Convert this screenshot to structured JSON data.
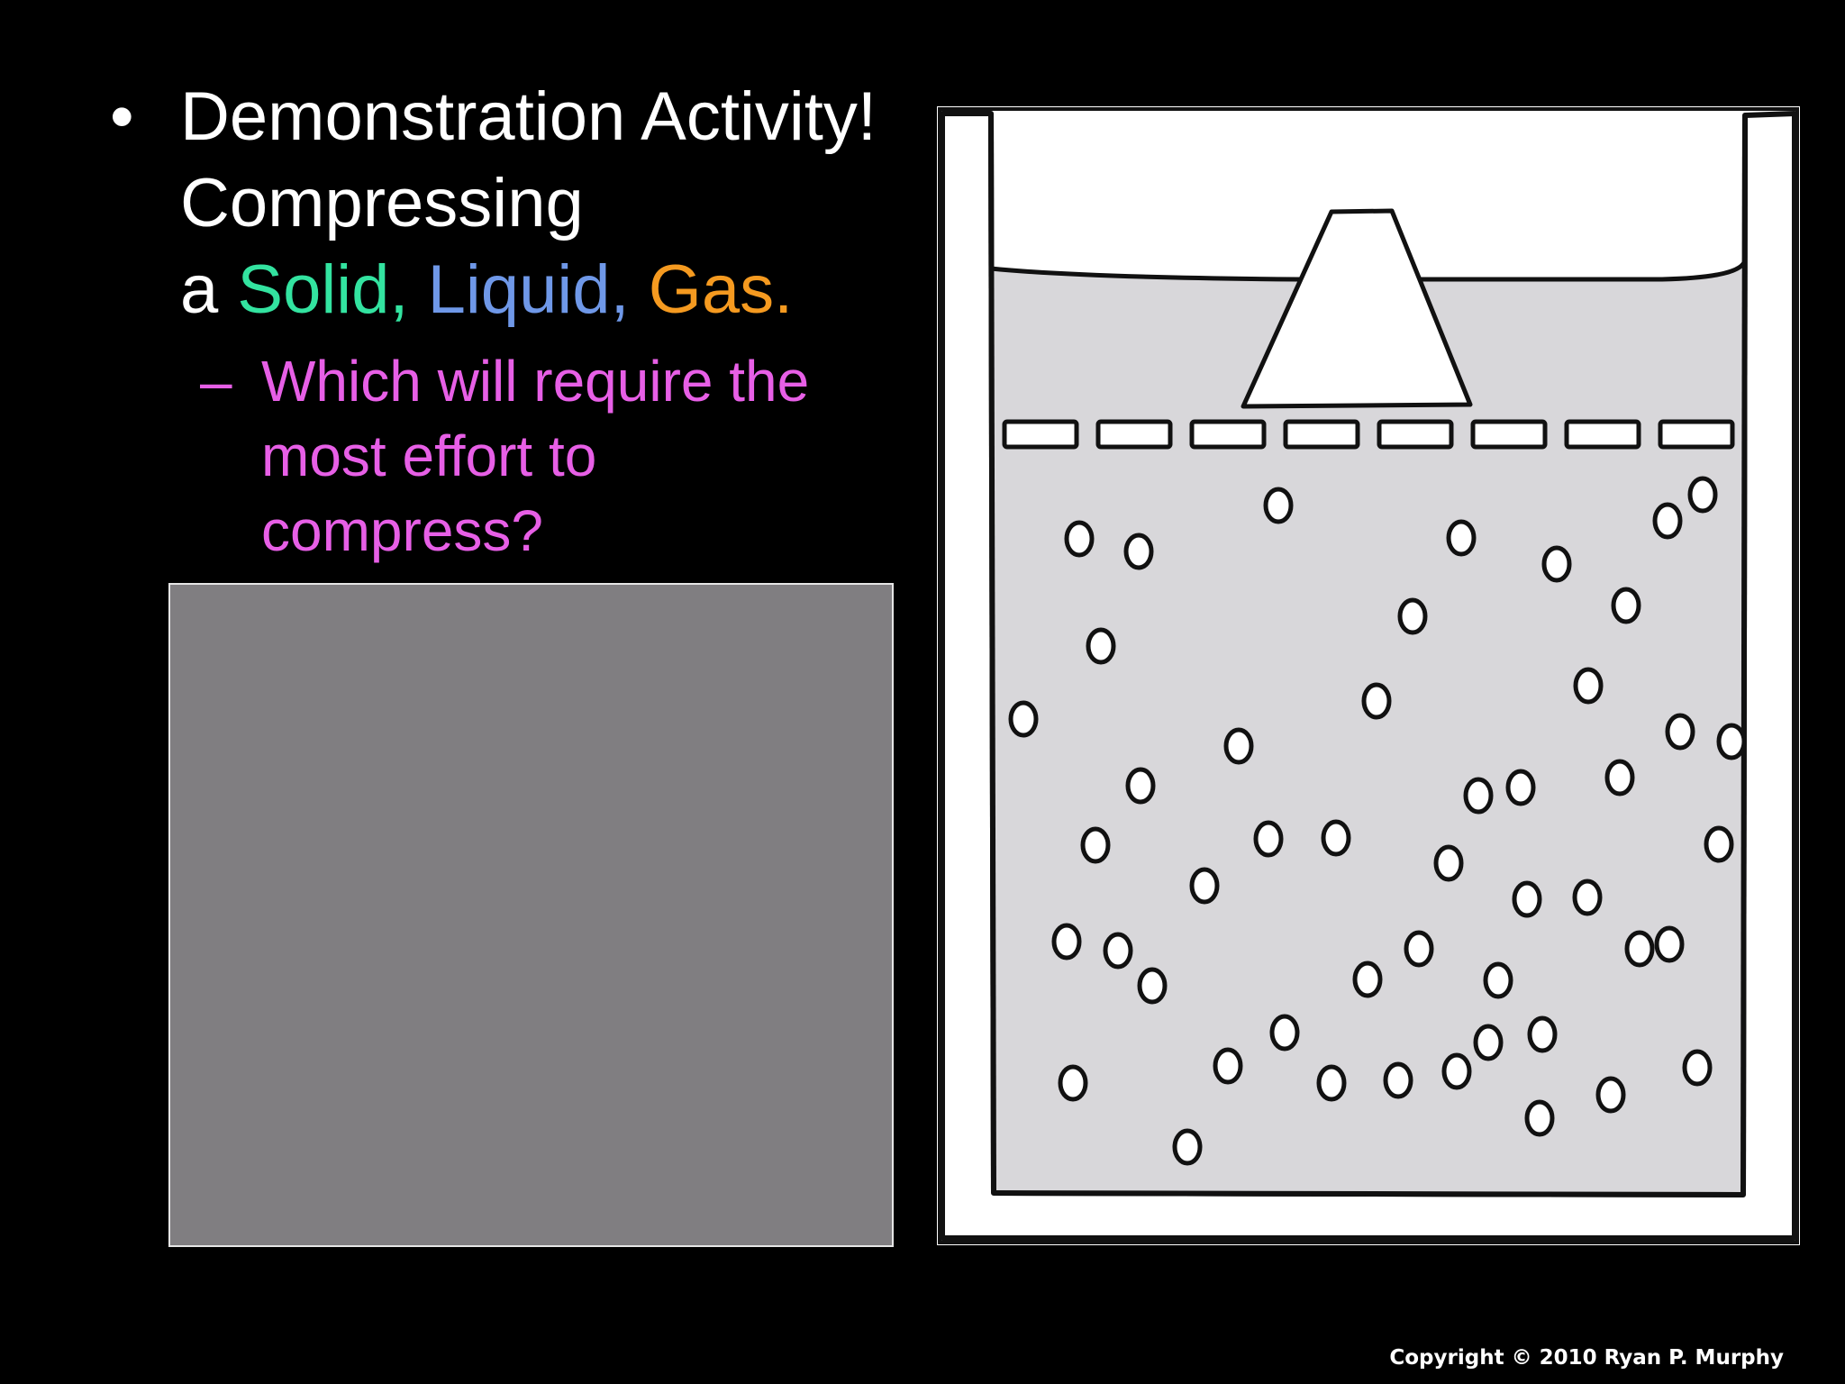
{
  "slide": {
    "bullet_symbol": "•",
    "heading_line1": "Demonstration Activity! Compressing",
    "heading_prefix": "a",
    "solid_word": "Solid,",
    "liquid_word": "Liquid,",
    "gas_word": "Gas.",
    "sub_symbol": "–",
    "sub_question": "Which will require the most effort to compress?",
    "copyright": "Copyright © 2010 Ryan P. Murphy"
  },
  "colors": {
    "background": "#000000",
    "text": "#ffffff",
    "solid": "#33e3a0",
    "liquid": "#6f98e8",
    "gas": "#f59a20",
    "question": "#e75fe6",
    "placeholder_box": "#807e81",
    "gas_fill": "#d8d7da"
  },
  "icons": {
    "figure": "piston-cylinder-gas-diagram"
  }
}
